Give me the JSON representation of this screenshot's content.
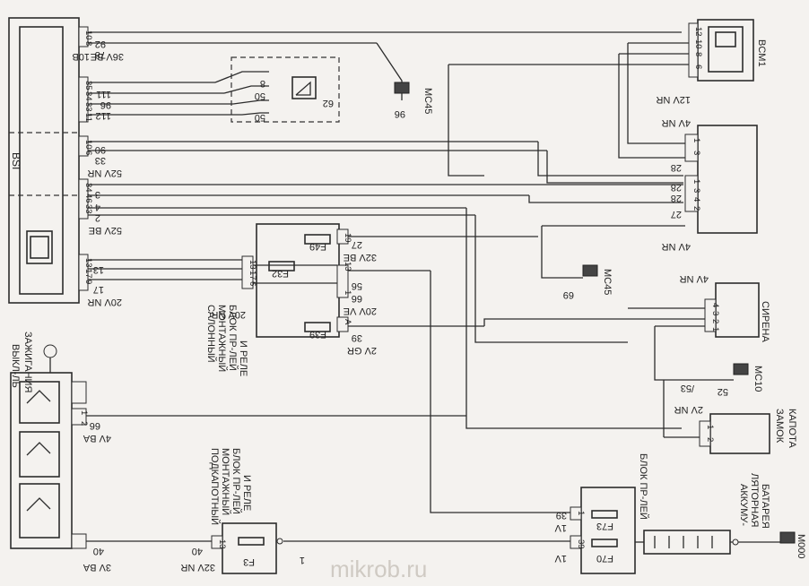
{
  "modules": {
    "bsi": "BSI",
    "bcm": "BCM1",
    "siren": "СИРЕНА",
    "hood_lock_1": "ЗАМОК",
    "hood_lock_2": "КАПОТА",
    "ign_1": "ВЫКЛ-ЛЬ",
    "ign_2": "ЗАЖИГАНИЯ",
    "cabin_1": "САЛОННЫЙ",
    "cabin_2": "МОНТАЖНЫЙ",
    "cabin_3": "БЛОК ПР-ЛЕЙ",
    "cabin_4": "И РЕЛЕ",
    "hood_1": "ПОДКАПОТНЫЙ",
    "hood_2": "МОНТАЖНЫЙ",
    "hood_3": "БЛОК ПР-ЛЕЙ",
    "hood_4": "И РЕЛЕ",
    "relay_block": "БЛОК ПР-ЛЕЙ",
    "battery_1": "АККУМУ-",
    "battery_2": "ЛЯТОРНАЯ",
    "battery_3": "БАТАРЕЯ",
    "door_module": "62"
  },
  "grounds": {
    "mc45_a": "MC45",
    "mc45_b": "MC45",
    "mc10": "MC10",
    "m000": "M000"
  },
  "connectors": {
    "bsi_1": "10B",
    "bsi_2": "36V BE",
    "bsi_3": "52V NR",
    "bsi_4": "52V BE",
    "bsi_5": "20V NR",
    "bcm_conn": "12V NR",
    "mod_a_conn": "4V NR",
    "mod_b_conn": "4V NR",
    "siren_conn": "4V NR",
    "lock_conn": "2V NR",
    "cabin_a": "32V BE",
    "cabin_b": "20V VE",
    "cabin_c": "2V GR",
    "cabin_d": "20V NR",
    "ign_a": "4V BA",
    "ign_b": "3V BA",
    "hood_conn": "32V NR",
    "relay_a": "1V",
    "relay_b": "1V",
    "relay_c": "1V"
  },
  "fuses": {
    "f49": "F49",
    "f32": "F32",
    "f39": "F39",
    "f3": "F3",
    "f73": "F73",
    "f70": "F70"
  },
  "wires": {
    "w92": "92",
    "w78": "78",
    "w111": "111",
    "w96a": "96",
    "w112": "112",
    "w96g": "96",
    "w8": "8",
    "w50a": "50",
    "w50b": "50",
    "w90": "90",
    "w33": "33",
    "w3": "3",
    "w4": "4",
    "w2": "2",
    "w13": "13",
    "w17": "17",
    "w27": "27",
    "w56": "56",
    "w66": "66",
    "w39a": "39",
    "w69": "69",
    "w28a": "28",
    "w28b": "28",
    "w28c": "28",
    "w27b": "27",
    "w53": "/53",
    "w52": "52",
    "w66b": "66",
    "w40a": "40",
    "w40b": "40",
    "w39b": "39",
    "w1": "1"
  },
  "pins": {
    "bsi_a": [
      "10",
      "8"
    ],
    "bsi_b": [
      "35",
      "34",
      "33",
      "11"
    ],
    "bsi_c": [
      "10",
      "6"
    ],
    "bsi_d": [
      "34",
      "46",
      "33"
    ],
    "bsi_e": [
      "13",
      "17",
      "9"
    ],
    "bcm": [
      "12",
      "10",
      "8",
      "6"
    ],
    "mod_a": [
      "1",
      "3"
    ],
    "mod_b": [
      "1",
      "3",
      "4",
      "2"
    ],
    "siren": [
      "4",
      "3",
      "2",
      "1"
    ],
    "lock": [
      "1",
      "2"
    ],
    "cabin_l": [
      "13",
      "17",
      "6"
    ],
    "cabin_r": [
      "19",
      "13",
      "1",
      "A"
    ],
    "ign": [
      "1",
      "2"
    ],
    "hood": [
      "13"
    ],
    "relay": [
      "1",
      "39"
    ]
  },
  "watermark": "mikrob.ru"
}
